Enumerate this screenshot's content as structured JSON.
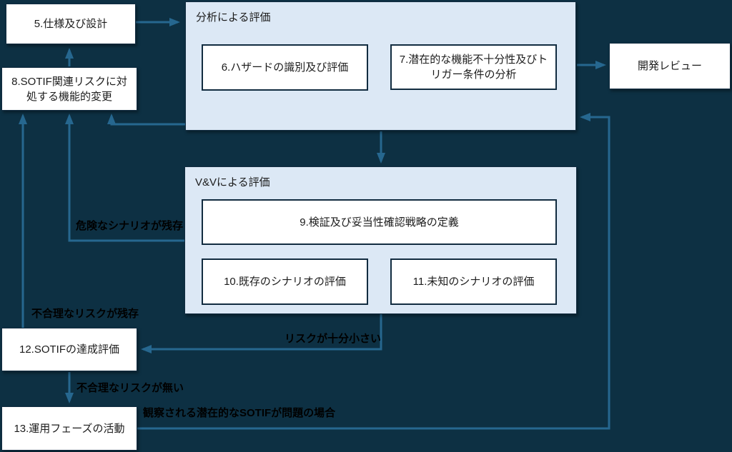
{
  "colors": {
    "background": "#0d3043",
    "group_fill": "#dce8f5",
    "node_fill": "#ffffff",
    "node_border": "#122c40",
    "arrow": "#26678f",
    "text": "#1c1c1c",
    "label_text": "#000000"
  },
  "nodes": {
    "spec_design": {
      "label": "5.仕様及び設計"
    },
    "functional_modification": {
      "label": "8.SOTIF関連リスクに対処する機能的変更"
    },
    "dev_review": {
      "label": "開発レビュー"
    },
    "achievement_eval": {
      "label": "12.SOTIFの達成評価"
    },
    "operation_phase": {
      "label": "13.運用フェーズの活動"
    }
  },
  "groups": {
    "analysis": {
      "title": "分析による評価",
      "children": {
        "hazard_identification": {
          "label": "6.ハザードの識別及び評価"
        },
        "insufficiency_analysis": {
          "label": "7.潜在的な機能不十分性及びトリガー条件の分析"
        }
      }
    },
    "vv": {
      "title": "V&Vによる評価",
      "children": {
        "vv_strategy": {
          "label": "9.検証及び妥当性確認戦略の定義"
        },
        "known_scenarios": {
          "label": "10.既存のシナリオの評価"
        },
        "unknown_scenarios": {
          "label": "11.未知のシナリオの評価"
        }
      }
    }
  },
  "edge_labels": {
    "hazardous_scenario_remains": "危険なシナリオが残存",
    "unreasonable_risk_remains": "不合理なリスクが残存",
    "risk_sufficiently_small": "リスクが十分小さい",
    "no_unreasonable_risk": "不合理なリスクが無い",
    "observed_sotif_issue": "観察される潜在的なSOTIFが問題の場合"
  }
}
